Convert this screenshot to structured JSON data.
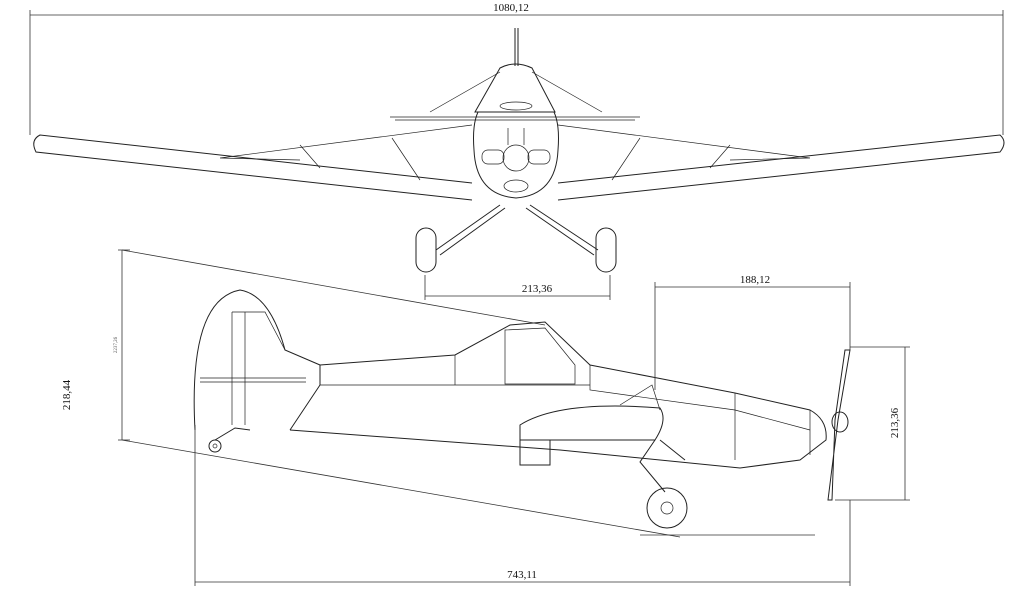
{
  "dimensions": {
    "wingspan": "1080,12",
    "track_width": "213,36",
    "nose_to_wheel": "188,12",
    "height": "218,44",
    "tail_height_small": "2237,26",
    "prop_diameter": "213,36",
    "length": "743,11"
  }
}
